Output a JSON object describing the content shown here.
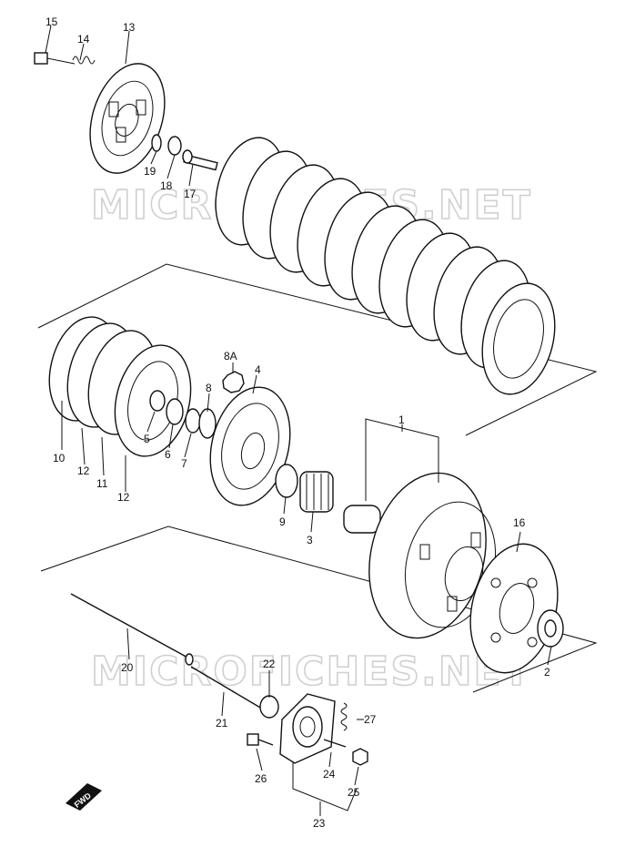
{
  "watermark": "MICROFICHES.NET",
  "fwd_label": "FWD",
  "labels": [
    "15",
    "14",
    "13",
    "19",
    "18",
    "17",
    "8A",
    "4",
    "8",
    "10",
    "12",
    "11",
    "12",
    "5",
    "6",
    "7",
    "1",
    "9",
    "3",
    "16",
    "2",
    "20",
    "22",
    "21",
    "27",
    "26",
    "24",
    "25",
    "23"
  ]
}
